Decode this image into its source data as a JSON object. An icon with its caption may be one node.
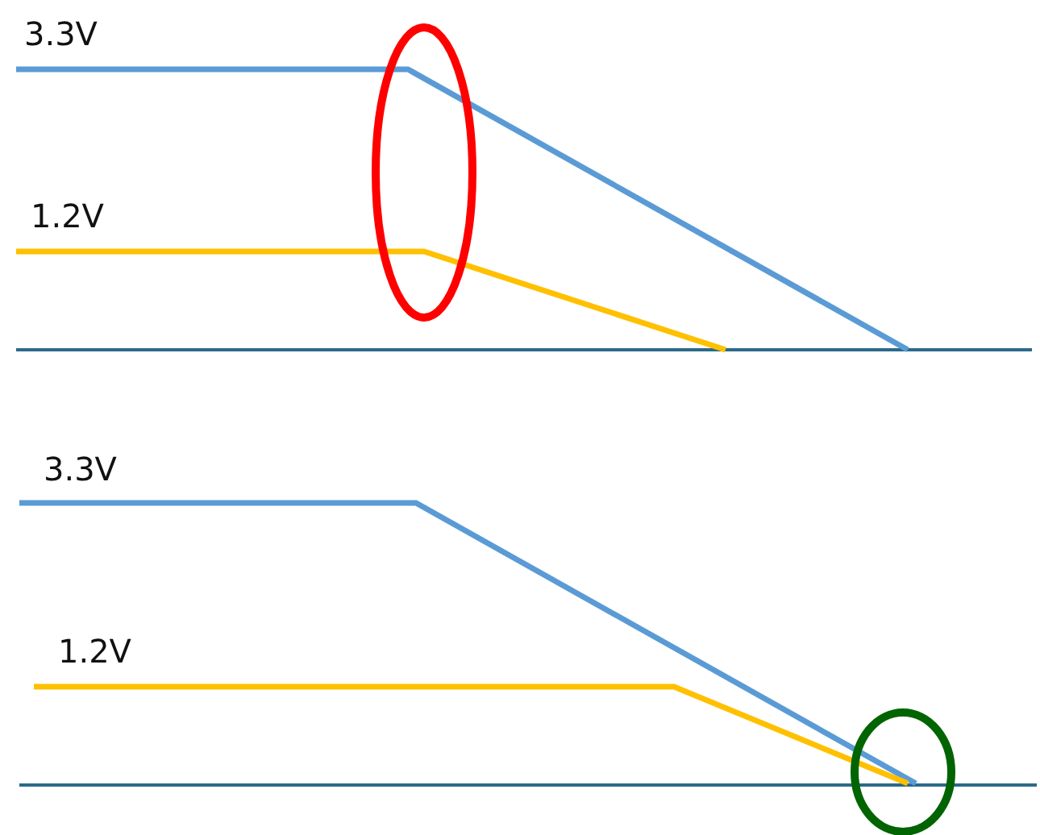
{
  "diagram": {
    "labels": [
      "3.3V",
      "1.2V",
      "3.3V",
      "1.2V"
    ]
  }
}
